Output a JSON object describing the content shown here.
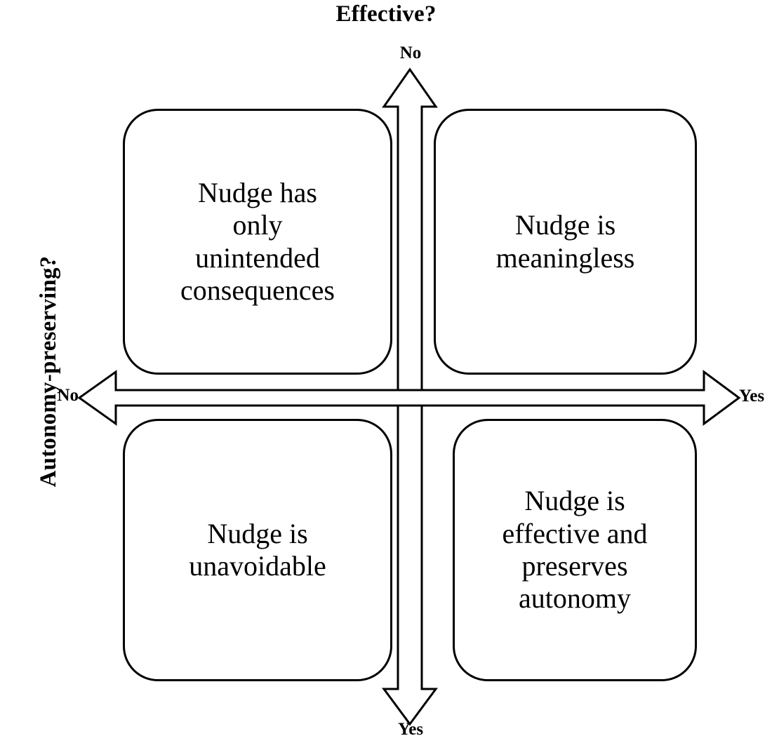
{
  "diagram": {
    "type": "2x2-matrix",
    "background_color": "#ffffff",
    "line_color": "#000000",
    "x_axis": {
      "title": "Effective?",
      "negative_label": "No",
      "positive_label": "Yes"
    },
    "y_axis": {
      "title": "Autonomy-preserving?",
      "negative_label": "No",
      "positive_label": "Yes"
    },
    "quadrants": {
      "top_left": {
        "x": "No",
        "y": "No",
        "text": "Nudge has\nonly\nunintended\nconsequences"
      },
      "top_right": {
        "x": "Yes",
        "y": "No",
        "text": "Nudge is\nmeaningless"
      },
      "bottom_left": {
        "x": "No",
        "y": "Yes",
        "text": "Nudge is\nunavoidable"
      },
      "bottom_right": {
        "x": "Yes",
        "y": "Yes",
        "text": "Nudge is\neffective and\npreserves\nautonomy"
      }
    }
  }
}
